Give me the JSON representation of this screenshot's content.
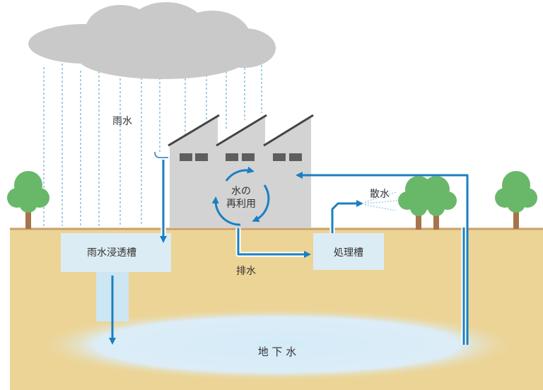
{
  "labels": {
    "rainwater": "雨水",
    "infiltration_tank": "雨水浸透槽",
    "reuse_line1": "水の",
    "reuse_line2": "再利用",
    "drainage": "排水",
    "treatment_tank": "処理槽",
    "sprinkling": "散水",
    "groundwater": "地 下 水"
  },
  "colors": {
    "ground": "#ecd496",
    "ground_line": "#c8a06a",
    "cloud": "#c9c9c9",
    "rain": "#a4cfe6",
    "factory": "#d3d3d4",
    "window": "#5e5e5e",
    "tank": "#dcecf4",
    "pipe": "#1a7fc1",
    "groundwater": "#d7ecf8",
    "tree_leaf": "#69b86a",
    "tree_trunk": "#a6744a",
    "text": "#333333"
  },
  "icons": [
    "cloud-icon",
    "factory-icon",
    "tree-icon",
    "recycle-arrows-icon",
    "sprinkler-icon"
  ]
}
